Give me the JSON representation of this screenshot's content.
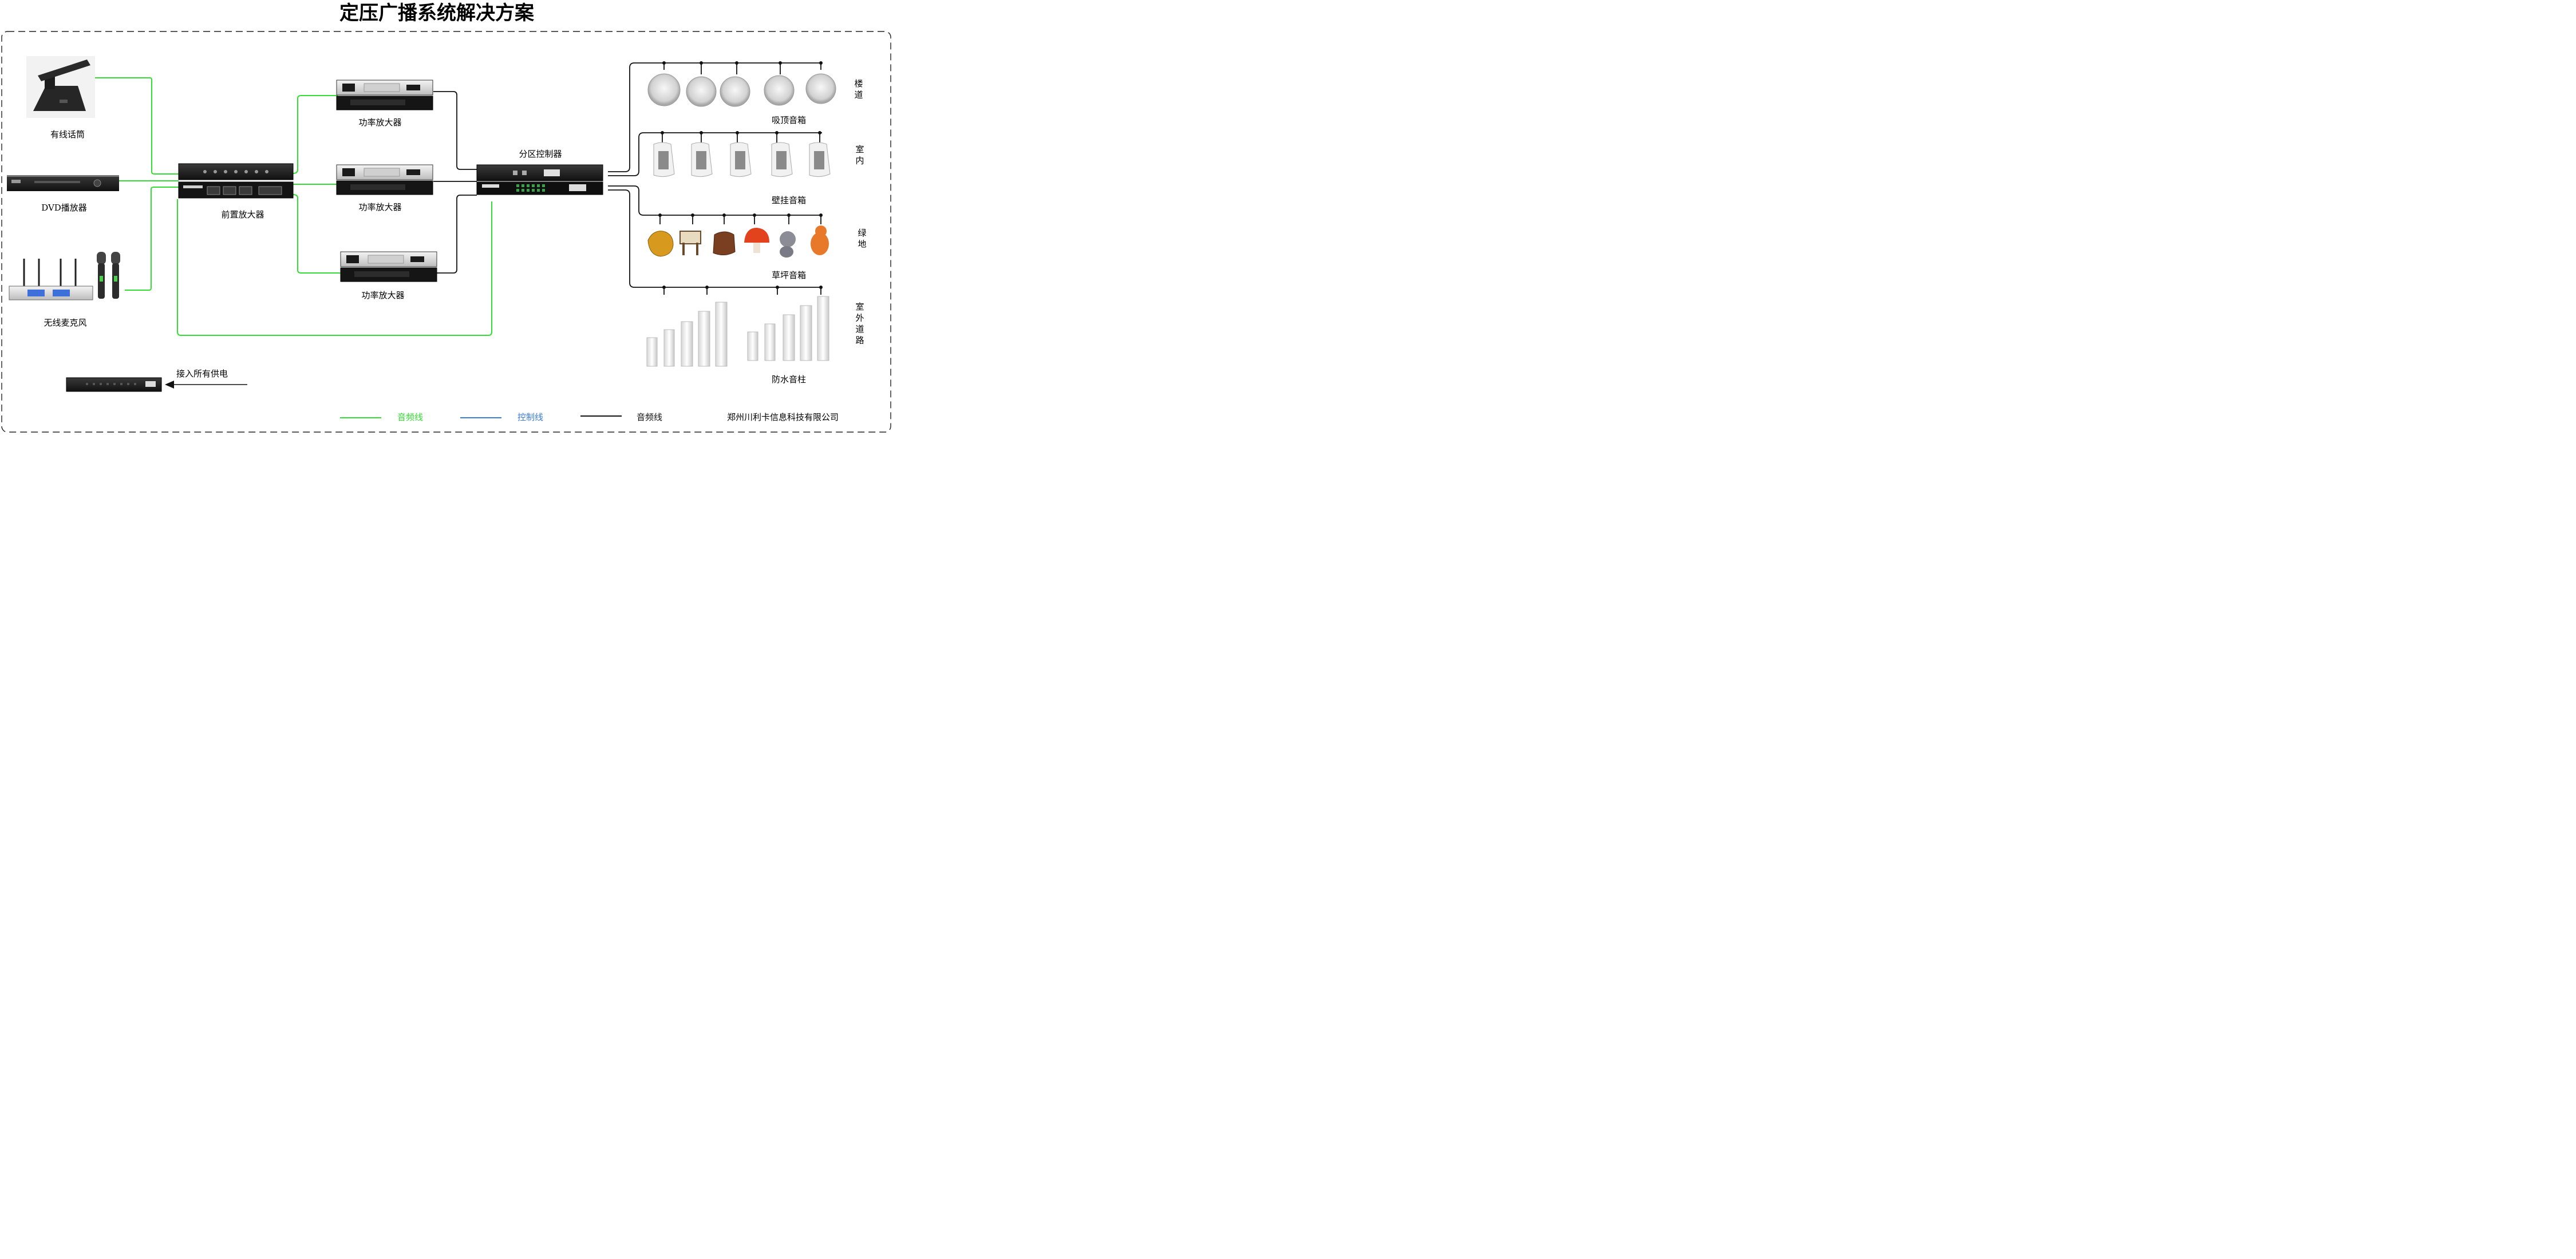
{
  "title": "定压广播系统解决方案",
  "sources": {
    "wired_mic": "有线话筒",
    "dvd": "DVD播放器",
    "wireless_mic": "无线麦克风"
  },
  "preamp": "前置放大器",
  "power_amp": "功率放大器",
  "zone_controller": "分区控制器",
  "power_note": "接入所有供电",
  "zones": [
    {
      "label": "楼道",
      "speaker": "吸顶音箱"
    },
    {
      "label": "室内",
      "speaker": "壁挂音箱"
    },
    {
      "label": "绿地",
      "speaker": "草坪音箱"
    },
    {
      "label": "室外道路",
      "speaker": "防水音柱"
    }
  ],
  "legend": [
    {
      "label": "音频线",
      "color": "#33dd33"
    },
    {
      "label": "控制线",
      "color": "#3a7bd5"
    },
    {
      "label": "音频线",
      "color": "#111111"
    }
  ],
  "company": "郑州川利卡信息科技有限公司",
  "colors": {
    "audio_line": "#33dd33",
    "control_line": "#3a7bd5",
    "speaker_line": "#111111"
  }
}
